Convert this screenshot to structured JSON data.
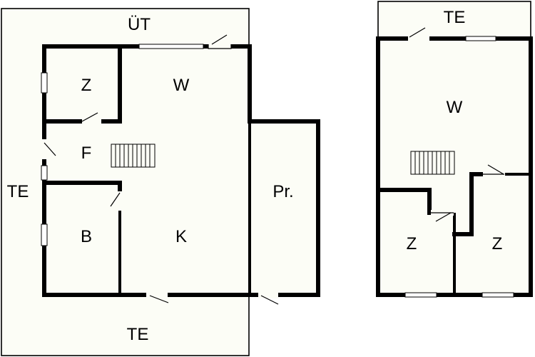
{
  "colors": {
    "floor": "#fcfdf6",
    "wall": "#000000",
    "background": "#ffffff"
  },
  "ground_floor": {
    "labels": {
      "terrace_top": "ÜT",
      "terrace_left": "TE",
      "terrace_bottom": "TE",
      "room_z": "Z",
      "room_w": "W",
      "room_f": "F",
      "room_b": "B",
      "room_k": "K",
      "room_pr": "Pr."
    }
  },
  "upper_floor": {
    "labels": {
      "terrace_top": "TE",
      "room_w": "W",
      "room_z_left": "Z",
      "room_z_right": "Z"
    }
  }
}
